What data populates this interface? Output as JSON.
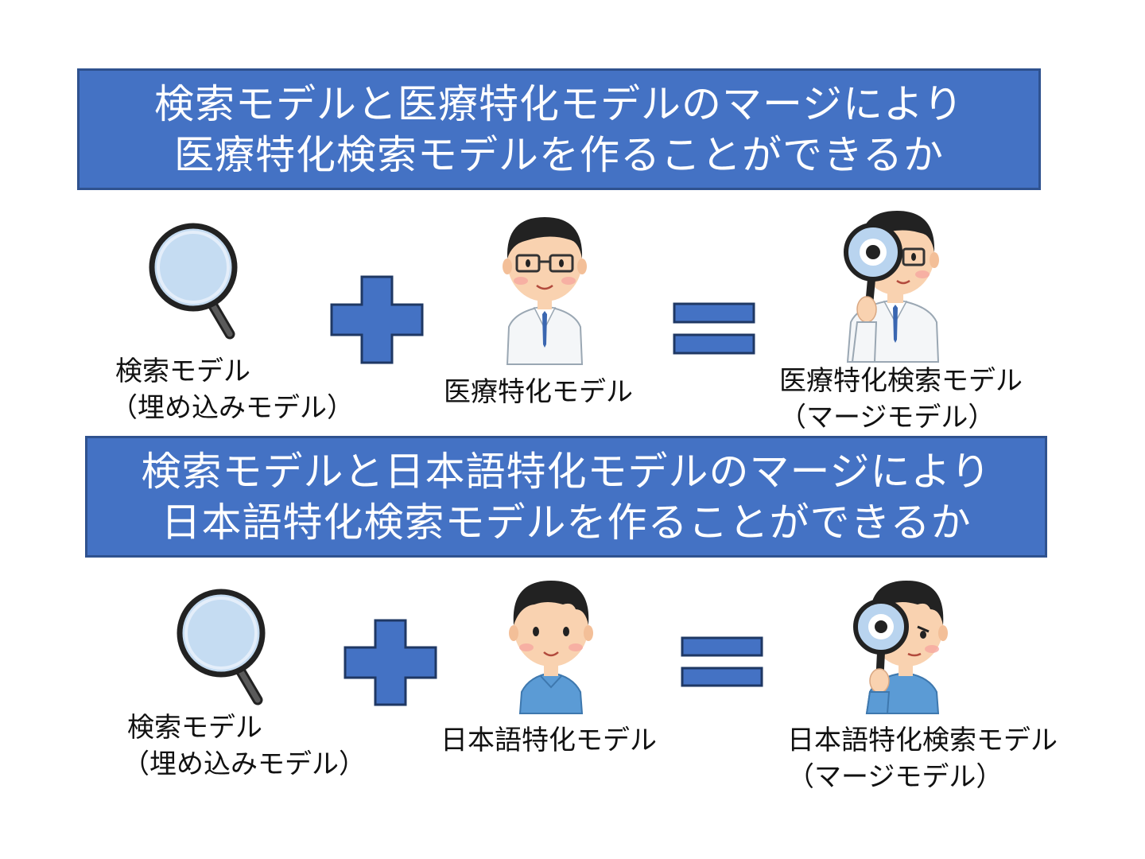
{
  "sections": [
    {
      "title_line_1": "検索モデルと医療特化モデルのマージにより",
      "title_line_2": "医療特化検索モデルを作ることができるか",
      "left_label_line_1": "検索モデル",
      "left_label_line_2": "（埋め込みモデル）",
      "middle_label": "医療特化モデル",
      "right_label_line_1": "医療特化検索モデル",
      "right_label_line_2": "（マージモデル）"
    },
    {
      "title_line_1": "検索モデルと日本語特化モデルのマージにより",
      "title_line_2": "日本語特化検索モデルを作ることができるか",
      "left_label_line_1": "検索モデル",
      "left_label_line_2": "（埋め込みモデル）",
      "middle_label": "日本語特化モデル",
      "right_label_line_1": "日本語特化検索モデル",
      "right_label_line_2": "（マージモデル）"
    }
  ],
  "icons": {
    "magnifier": "magnifying-glass-icon",
    "plus": "plus-sign-icon",
    "equals": "equals-sign-icon",
    "doctor": "doctor-icon",
    "doctor_with_magnifier": "doctor-with-magnifier-icon",
    "person": "person-icon",
    "person_with_magnifier": "person-with-magnifier-icon"
  },
  "colors": {
    "banner_fill": "#4472c4",
    "banner_border": "#2f528f",
    "banner_text": "#ffffff",
    "symbol_fill": "#4472c4",
    "symbol_border": "#1f3864"
  }
}
